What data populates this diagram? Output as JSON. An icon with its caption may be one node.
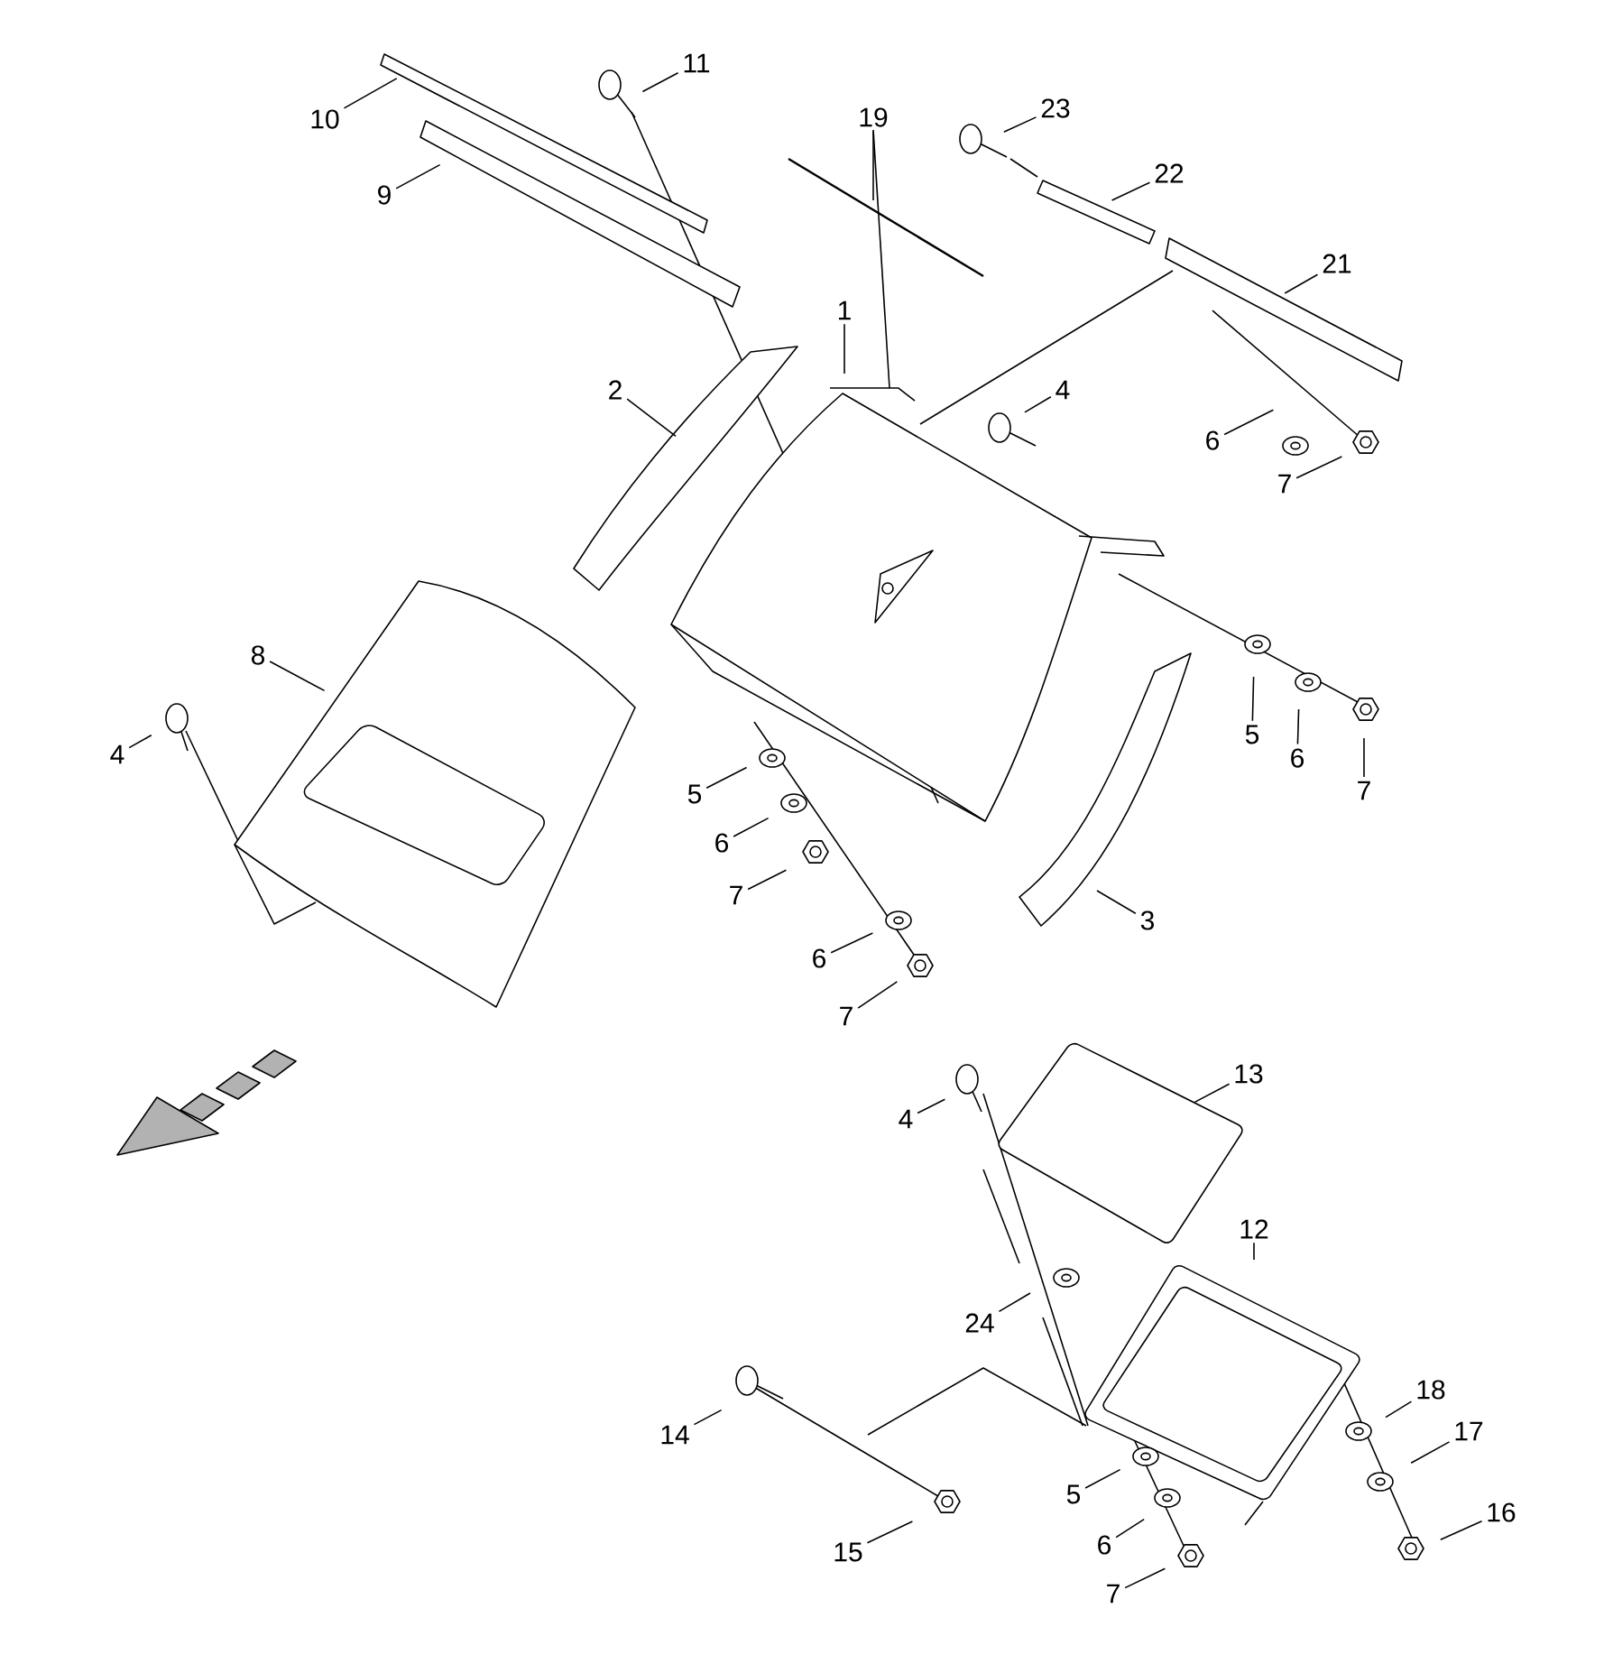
{
  "diagram": {
    "nodes": [
      {
        "text": [
          "11"
        ]
      },
      {
        "text": [
          "23"
        ]
      },
      {
        "text": [
          "10"
        ]
      },
      {
        "text": [
          "19"
        ]
      },
      {
        "text": [
          "22"
        ]
      },
      {
        "text": [
          "9"
        ]
      },
      {
        "text": [
          "21"
        ]
      },
      {
        "text": [
          "1"
        ]
      },
      {
        "text": [
          "2"
        ]
      },
      {
        "text": [
          "4"
        ]
      },
      {
        "text": [
          "6"
        ]
      },
      {
        "text": [
          "7"
        ]
      },
      {
        "text": [
          "8"
        ]
      },
      {
        "text": [
          "5"
        ]
      },
      {
        "text": [
          "6"
        ]
      },
      {
        "text": [
          "4"
        ]
      },
      {
        "text": [
          "7"
        ]
      },
      {
        "text": [
          "5"
        ]
      },
      {
        "text": [
          "6"
        ]
      },
      {
        "text": [
          "7"
        ]
      },
      {
        "text": [
          "3"
        ]
      },
      {
        "text": [
          "6"
        ]
      },
      {
        "text": [
          "7"
        ]
      },
      {
        "text": [
          "13"
        ]
      },
      {
        "text": [
          "4"
        ]
      },
      {
        "text": [
          "12"
        ]
      },
      {
        "text": [
          "24"
        ]
      },
      {
        "text": [
          "18"
        ]
      },
      {
        "text": [
          "14"
        ]
      },
      {
        "text": [
          "17"
        ]
      },
      {
        "text": [
          "5"
        ]
      },
      {
        "text": [
          "16"
        ]
      },
      {
        "text": [
          "6"
        ]
      },
      {
        "text": [
          "15"
        ]
      },
      {
        "text": [
          "7"
        ]
      }
    ],
    "edges": [
      {
        "from": 0,
        "to": null,
        "arrow": "none"
      },
      {
        "from": 1,
        "to": null,
        "arrow": "none"
      },
      {
        "from": 2,
        "to": null,
        "arrow": "none"
      },
      {
        "from": 3,
        "to": null,
        "arrow": "none"
      },
      {
        "from": 4,
        "to": null,
        "arrow": "none"
      },
      {
        "from": 5,
        "to": null,
        "arrow": "none"
      },
      {
        "from": 6,
        "to": null,
        "arrow": "none"
      },
      {
        "from": 7,
        "to": null,
        "arrow": "none"
      },
      {
        "from": 8,
        "to": null,
        "arrow": "none"
      },
      {
        "from": 9,
        "to": null,
        "arrow": "none"
      },
      {
        "from": 10,
        "to": null,
        "arrow": "none"
      },
      {
        "from": 11,
        "to": null,
        "arrow": "none"
      },
      {
        "from": 12,
        "to": null,
        "arrow": "none"
      },
      {
        "from": 13,
        "to": null,
        "arrow": "none"
      },
      {
        "from": 14,
        "to": null,
        "arrow": "none"
      },
      {
        "from": 15,
        "to": null,
        "arrow": "none"
      },
      {
        "from": 16,
        "to": null,
        "arrow": "none"
      },
      {
        "from": 17,
        "to": null,
        "arrow": "none"
      },
      {
        "from": 18,
        "to": null,
        "arrow": "none"
      },
      {
        "from": 19,
        "to": null,
        "arrow": "none"
      },
      {
        "from": 20,
        "to": null,
        "arrow": "none"
      },
      {
        "from": 21,
        "to": null,
        "arrow": "none"
      },
      {
        "from": 22,
        "to": null,
        "arrow": "none"
      },
      {
        "from": 23,
        "to": null,
        "arrow": "none"
      },
      {
        "from": 24,
        "to": null,
        "arrow": "none"
      },
      {
        "from": 25,
        "to": null,
        "arrow": "none"
      },
      {
        "from": 26,
        "to": null,
        "arrow": "none"
      },
      {
        "from": 27,
        "to": null,
        "arrow": "none"
      },
      {
        "from": 28,
        "to": null,
        "arrow": "none"
      },
      {
        "from": 29,
        "to": null,
        "arrow": "none"
      },
      {
        "from": 30,
        "to": null,
        "arrow": "none"
      },
      {
        "from": 31,
        "to": null,
        "arrow": "none"
      },
      {
        "from": 32,
        "to": null,
        "arrow": "none"
      },
      {
        "from": 33,
        "to": null,
        "arrow": "none"
      },
      {
        "from": 34,
        "to": null,
        "arrow": "none"
      }
    ]
  }
}
